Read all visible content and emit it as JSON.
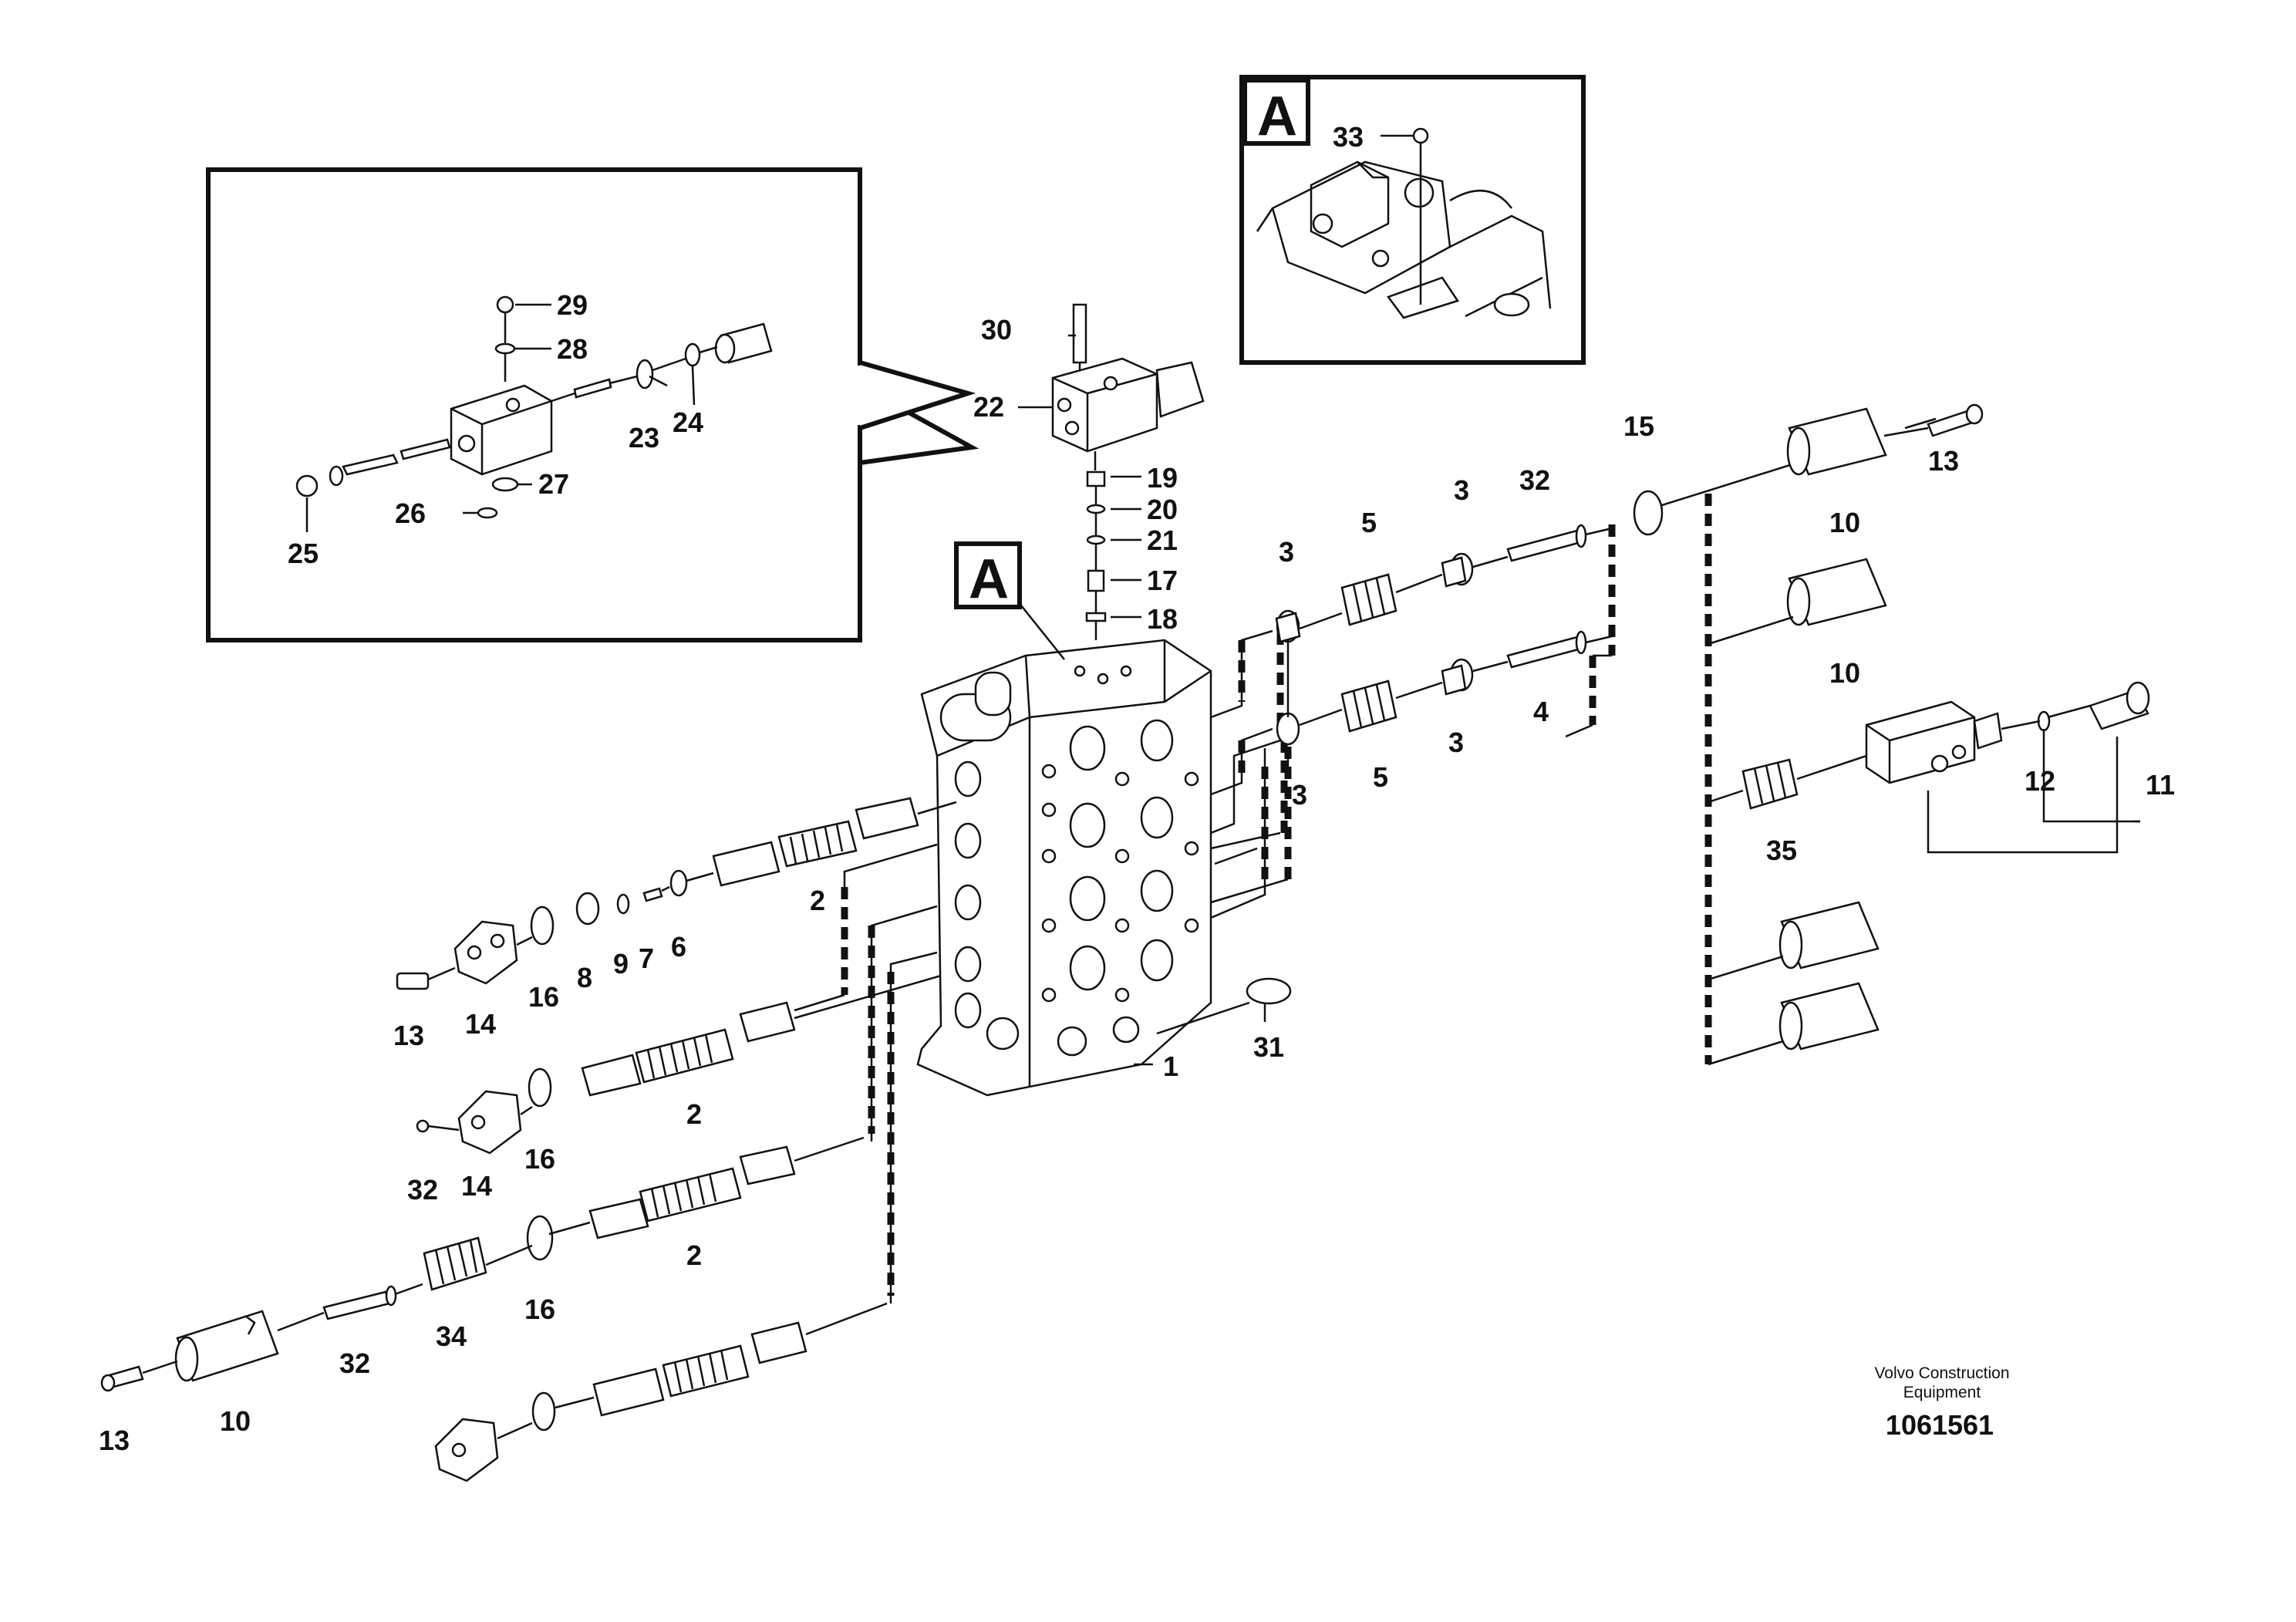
{
  "callouts": {
    "c1": "1",
    "c2a": "2",
    "c2b": "2",
    "c2c": "2",
    "c3a": "3",
    "c3b": "3",
    "c3c": "3",
    "c3d": "3",
    "c4": "4",
    "c5a": "5",
    "c5b": "5",
    "c6": "6",
    "c7": "7",
    "c8": "8",
    "c9": "9",
    "c10a": "10",
    "c10b": "10",
    "c10c": "10",
    "c11": "11",
    "c12": "12",
    "c13a": "13",
    "c13b": "13",
    "c13c": "13",
    "c14a": "14",
    "c14b": "14",
    "c15": "15",
    "c16a": "16",
    "c16b": "16",
    "c16c": "16",
    "c17": "17",
    "c18": "18",
    "c19": "19",
    "c20": "20",
    "c21": "21",
    "c22": "22",
    "c23": "23",
    "c24": "24",
    "c25": "25",
    "c26": "26",
    "c27": "27",
    "c28": "28",
    "c29": "29",
    "c30": "30",
    "c31": "31",
    "c32a": "32",
    "c32b": "32",
    "c32c": "32",
    "c33": "33",
    "c34": "34",
    "c35": "35"
  },
  "view_refs": {
    "main": "A",
    "inset": "A"
  },
  "footer": {
    "credit_line1": "Volvo Construction",
    "credit_line2": "Equipment",
    "doc_number": "1061561"
  }
}
